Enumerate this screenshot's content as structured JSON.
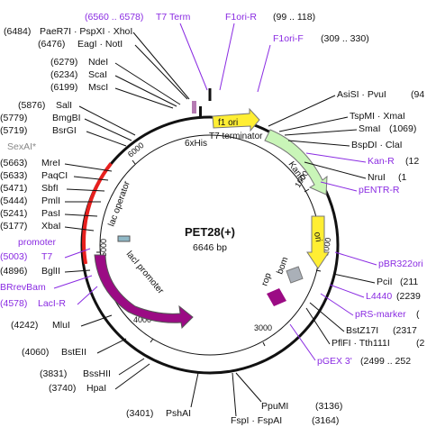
{
  "plasmid": {
    "name": "PET28(+)",
    "length": "6646 bp"
  },
  "colors": {
    "site_text": "#111111",
    "primer_text": "#8a2be2",
    "highlight_red": "#e8201e",
    "f1ori": "#ffee33",
    "kanr": "#c9f5b8",
    "ori": "#ffee33",
    "laci": "#9b0b84",
    "rop": "#9b0b84",
    "bom": "#aab0b8",
    "lac_operator": "#8fb8c6",
    "his": "#b57ab2"
  },
  "scale_ticks": [
    "1000",
    "2000",
    "3000",
    "4000",
    "5000",
    "6000"
  ],
  "features": {
    "f1ori": "f1 ori",
    "kanr": "KanR",
    "ori": "ori",
    "laci": "lacI",
    "laci_promoter": "lacI promoter",
    "lac_operator": "lac operator",
    "rop": "rop",
    "bom": "bom",
    "t7_terminator": "T7 terminator",
    "his": "6xHis"
  },
  "top_primers": {
    "t7_term_pos": "(6560 .. 6578)",
    "t7_term": "T7 Term",
    "f1ori_r_name": "F1ori-R",
    "f1ori_r_pos": "(99 .. 118)",
    "f1ori_f_name": "F1ori-F",
    "f1ori_f_pos": "(309 .. 330)"
  },
  "left_sites": [
    {
      "pos": "(6484)",
      "name": "PaeR7I · PspXI · XhoI"
    },
    {
      "pos": "(6476)",
      "name": "EagI · NotI"
    },
    {
      "pos": "(6279)",
      "name": "NdeI"
    },
    {
      "pos": "(6234)",
      "name": "ScaI"
    },
    {
      "pos": "(6199)",
      "name": "MscI"
    },
    {
      "pos": "(5876)",
      "name": "SalI"
    },
    {
      "pos": "(5779)",
      "name": "BmgBI"
    },
    {
      "pos": "(5719)",
      "name": "BsrGI"
    },
    {
      "pos": "",
      "name": "SexAI*"
    },
    {
      "pos": "(5663)",
      "name": "MreI"
    },
    {
      "pos": "(5633)",
      "name": "PaqCI"
    },
    {
      "pos": "(5471)",
      "name": "SbfI"
    },
    {
      "pos": "(5444)",
      "name": "PmlI"
    },
    {
      "pos": "(5241)",
      "name": "PasI"
    },
    {
      "pos": "(5177)",
      "name": "XbaI"
    },
    {
      "pos": "",
      "name": "promoter"
    },
    {
      "pos": "(5003)",
      "name": "T7"
    },
    {
      "pos": "(4896)",
      "name": "BglII"
    },
    {
      "pos": "",
      "name": "BRrevBam"
    },
    {
      "pos": "(4578)",
      "name": "LacI-R"
    },
    {
      "pos": "(4242)",
      "name": "MluI"
    },
    {
      "pos": "(4060)",
      "name": "BstEII"
    },
    {
      "pos": "(3831)",
      "name": "BssHII"
    },
    {
      "pos": "(3740)",
      "name": "HpaI"
    },
    {
      "pos": "(3401)",
      "name": "PshAI"
    }
  ],
  "bottom_sites": [
    {
      "name": "PpuMI",
      "pos": "(3136)"
    },
    {
      "name": "FspI · FspAI",
      "pos": "(3164)"
    }
  ],
  "right_sites": [
    {
      "name": "AsiSI · PvuI",
      "pos": "(94"
    },
    {
      "name": "TspMI · XmaI",
      "pos": ""
    },
    {
      "name": "SmaI",
      "pos": "(1069)"
    },
    {
      "name": "BspDI · ClaI",
      "pos": ""
    },
    {
      "name": "Kan-R",
      "pos": "(12"
    },
    {
      "name": "NruI",
      "pos": "(1"
    },
    {
      "name": "pENTR-R",
      "pos": ""
    },
    {
      "name": "pBR322ori",
      "pos": ""
    },
    {
      "name": "PciI",
      "pos": "(211"
    },
    {
      "name": "L4440",
      "pos": "(2239"
    },
    {
      "name": "pRS-marker",
      "pos": "("
    },
    {
      "name": "BstZ17I",
      "pos": "(2317"
    },
    {
      "name": "PflFI · Tth111I",
      "pos": "(2"
    },
    {
      "name": "pGEX 3'",
      "pos": "(2499 .. 252"
    }
  ]
}
